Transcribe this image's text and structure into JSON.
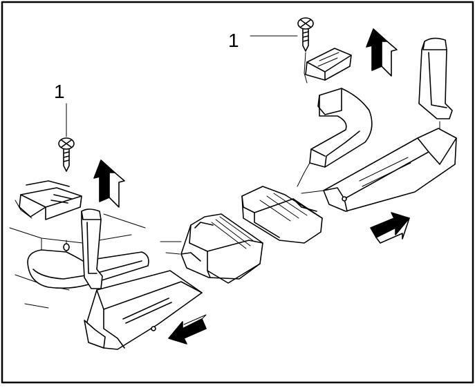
{
  "diagram": {
    "callouts": [
      {
        "label": "1",
        "points_to": "screw-left"
      },
      {
        "label": "1",
        "points_to": "screw-right"
      }
    ],
    "colors": {
      "line": "#000000",
      "fill": "#ffffff",
      "arrow_fill": "#000000"
    },
    "icons": [
      "screw-icon",
      "up-arrow-icon",
      "right-arrow-icon",
      "left-arrow-icon"
    ]
  }
}
